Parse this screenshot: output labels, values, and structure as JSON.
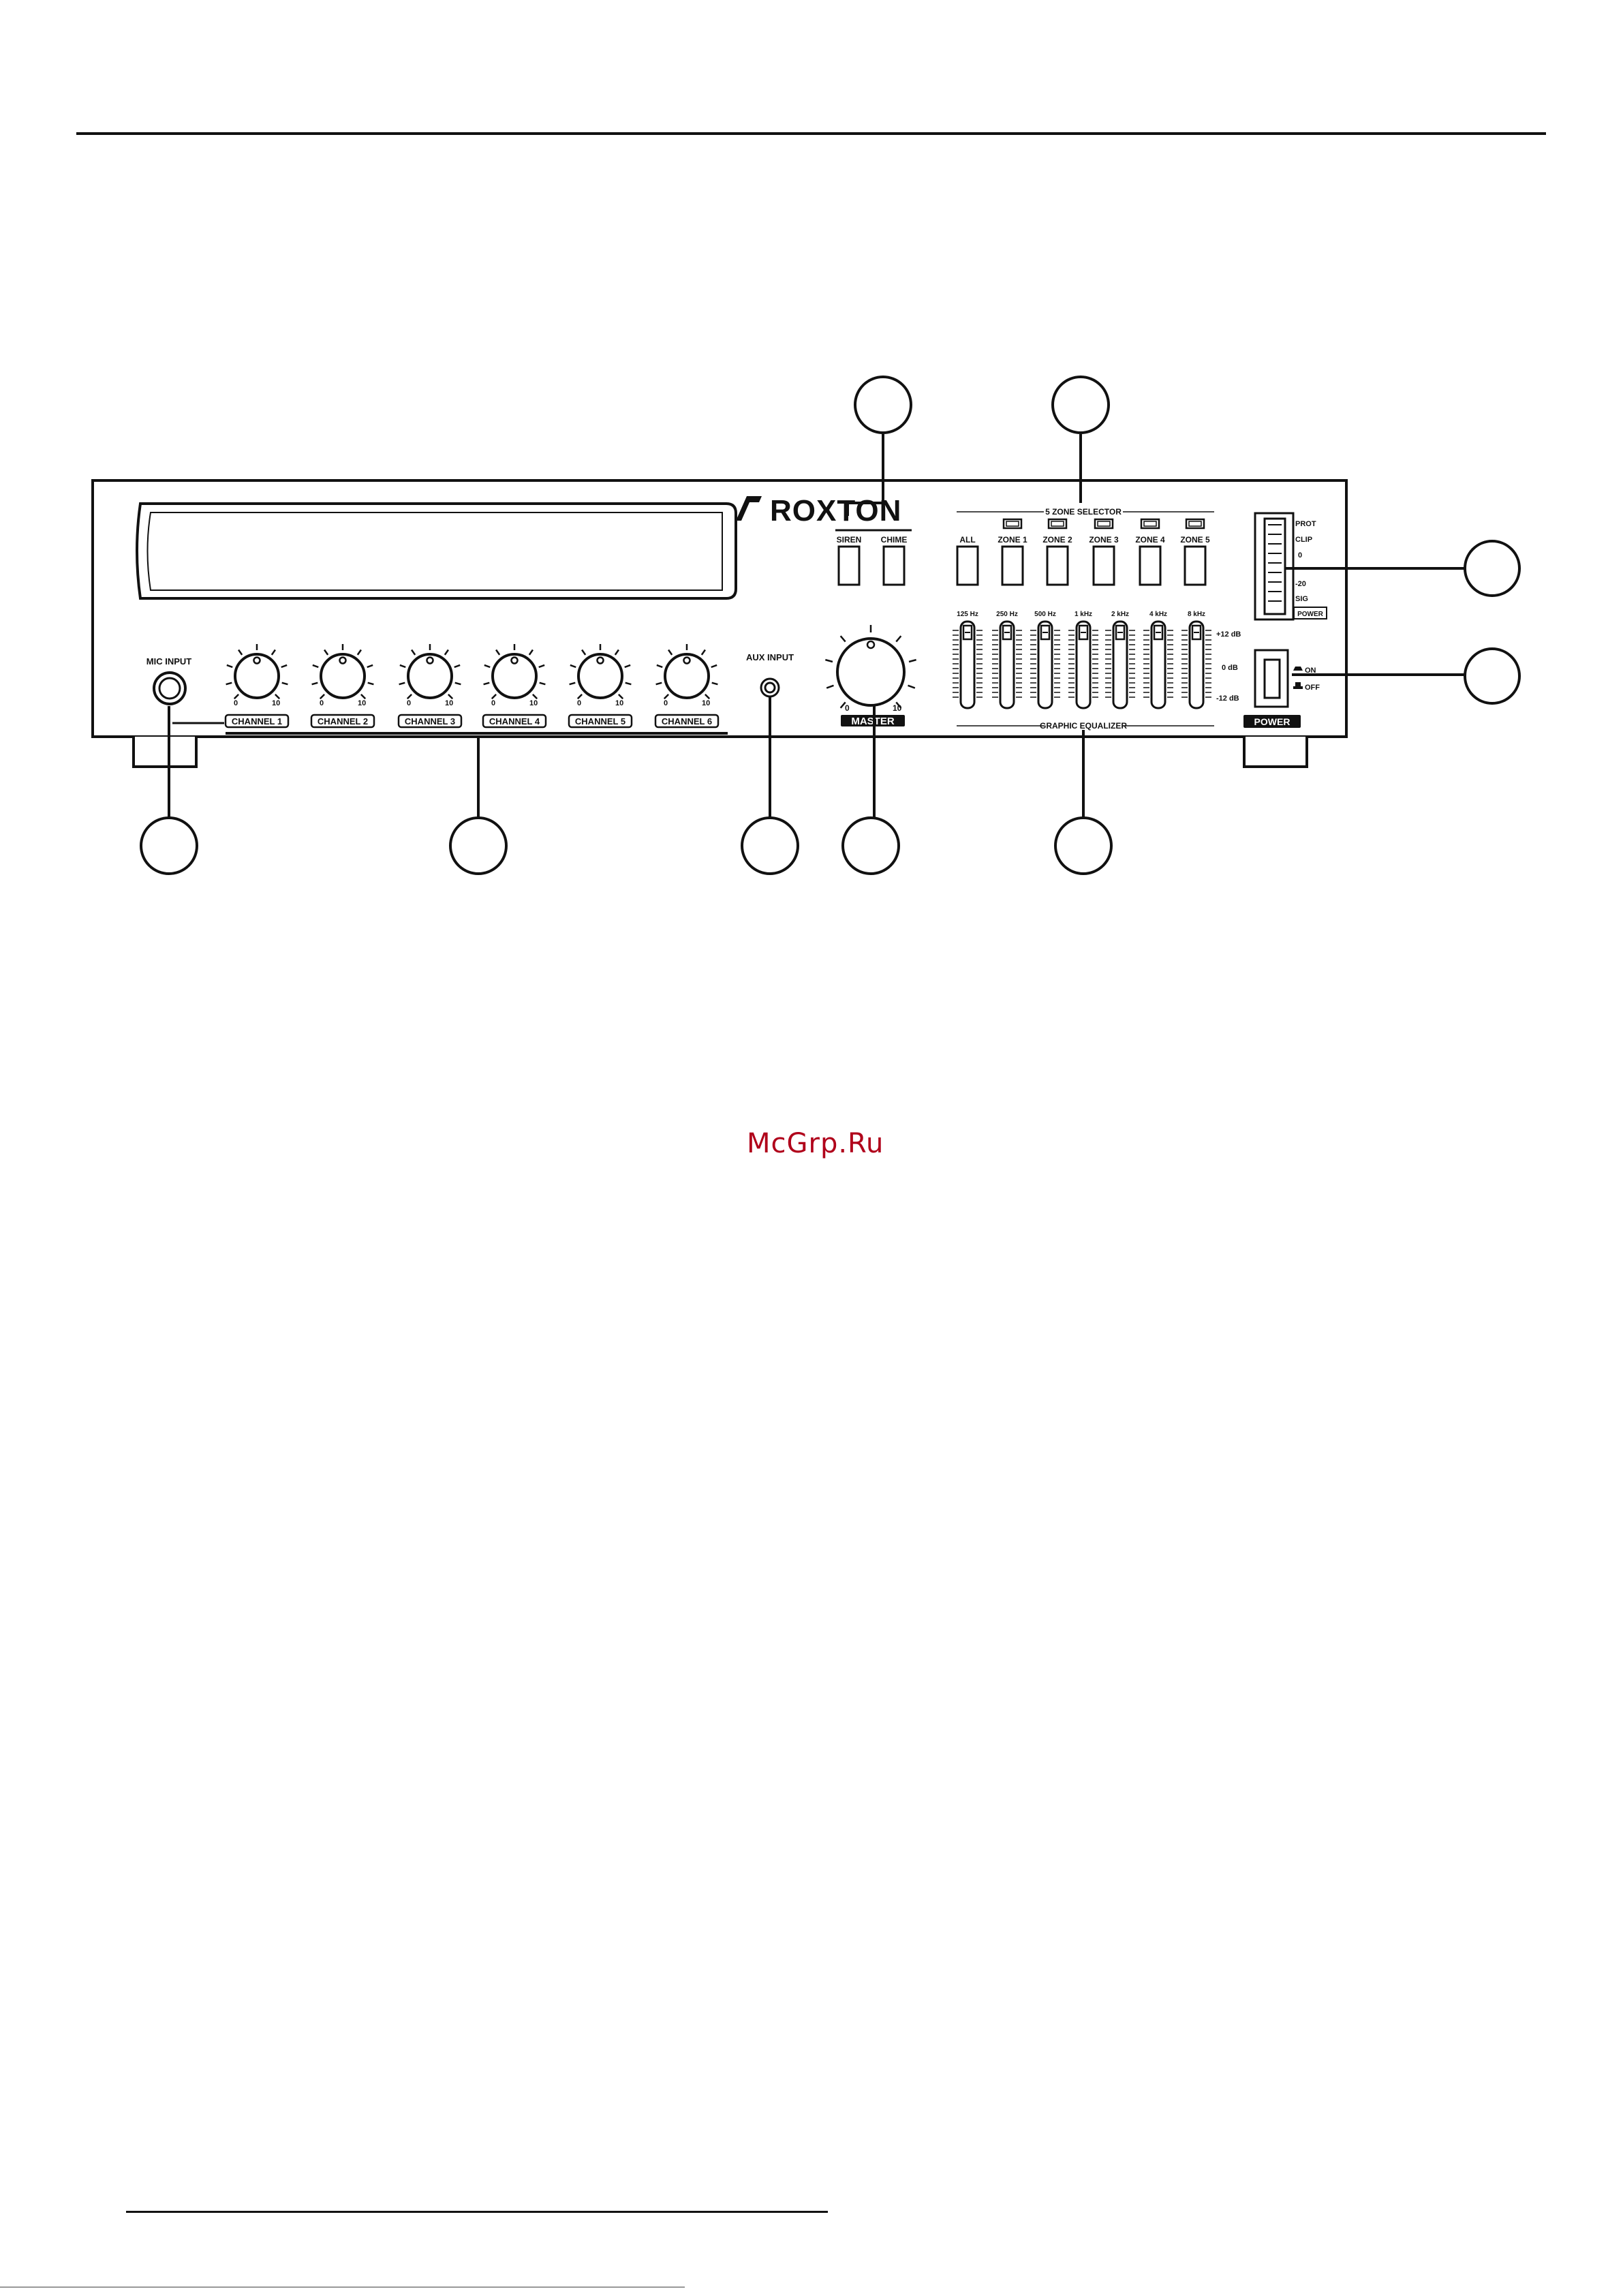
{
  "brand": {
    "name": "ROXTON"
  },
  "channels": [
    "CHANNEL 1",
    "CHANNEL 2",
    "CHANNEL 3",
    "CHANNEL 4",
    "CHANNEL 5",
    "CHANNEL 6"
  ],
  "knob_scale": {
    "min": "0",
    "max": "10"
  },
  "inputs": {
    "mic": "MIC INPUT",
    "aux": "AUX INPUT"
  },
  "master": {
    "label": "MASTER",
    "min": "0",
    "max": "10"
  },
  "alerts": {
    "siren": "SIREN",
    "chime": "CHIME"
  },
  "zone_selector": {
    "title": "5 ZONE SELECTOR",
    "buttons": [
      "ALL",
      "ZONE 1",
      "ZONE 2",
      "ZONE 3",
      "ZONE 4",
      "ZONE 5"
    ]
  },
  "equalizer": {
    "title": "GRAPHIC EQUALIZER",
    "bands": [
      "125 Hz",
      "250 Hz",
      "500 Hz",
      "1 kHz",
      "2 kHz",
      "4 kHz",
      "8 kHz"
    ],
    "scale": [
      "+12 dB",
      "0 dB",
      "-12 dB"
    ]
  },
  "meter": {
    "labels": [
      "PROT",
      "CLIP",
      "0",
      "-20",
      "SIG"
    ],
    "power_led": "POWER"
  },
  "power_switch": {
    "on": "ON",
    "off": "OFF",
    "label": "POWER"
  },
  "watermark": "McGrp.Ru"
}
